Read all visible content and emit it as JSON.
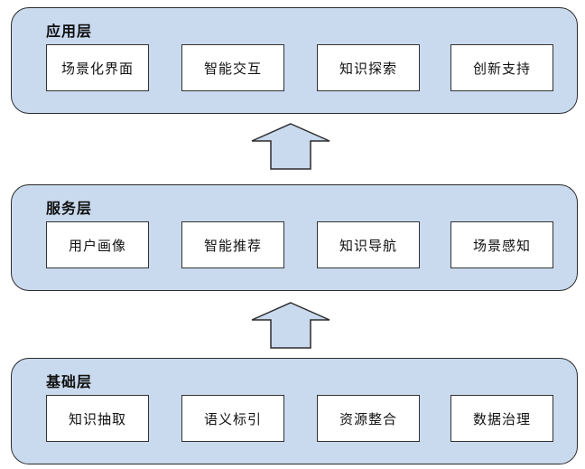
{
  "layers": [
    {
      "title": "应用层",
      "modules": [
        "场景化界面",
        "智能交互",
        "知识探索",
        "创新支持"
      ]
    },
    {
      "title": "服务层",
      "modules": [
        "用户画像",
        "智能推荐",
        "知识导航",
        "场景感知"
      ]
    },
    {
      "title": "基础层",
      "modules": [
        "知识抽取",
        "语义标引",
        "资源整合",
        "数据治理"
      ]
    }
  ],
  "colors": {
    "layer_fill": "#c9d9ee",
    "border": "#2c2c2c",
    "module_fill": "#ffffff",
    "arrow_fill": "#c9d9ee"
  }
}
